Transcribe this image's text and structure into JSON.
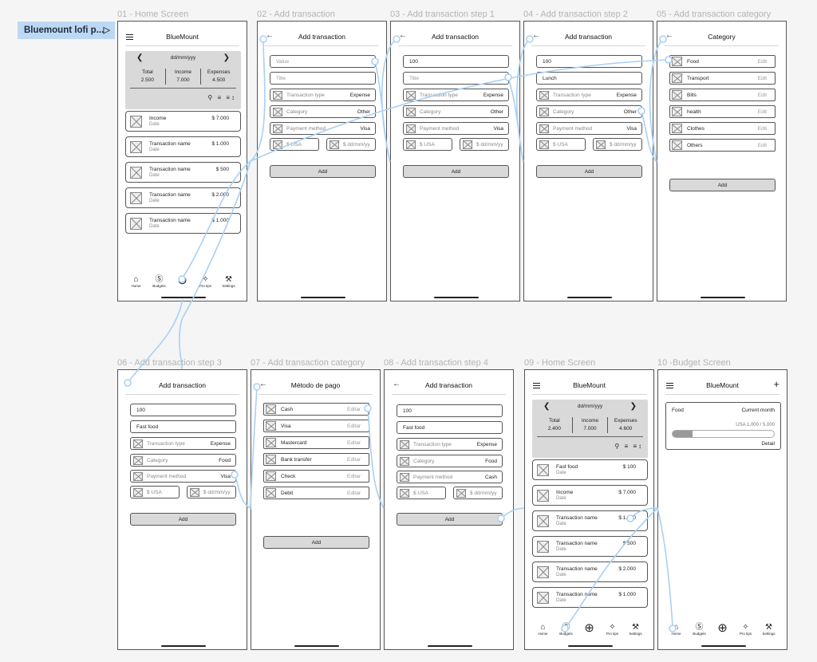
{
  "flow": {
    "label": "Bluemount lofi p...",
    "play_icon": "play-icon"
  },
  "app_name": "BlueMount",
  "labels": {
    "f01": "01  - Home Screen",
    "f02": "02 - Add transaction",
    "f03": "03 - Add transaction step 1",
    "f04": "04 - Add transaction step 2",
    "f05": "05 - Add transaction category",
    "f06": "06 - Add transaction step 3",
    "f07": "07 - Add transaction category",
    "f08": "08 - Add transaction step 4",
    "f09": "09  - Home Screen",
    "f10": "10 -Budget Screen"
  },
  "common": {
    "add_transaction": "Add transaction",
    "add": "Add",
    "date_nav": "dd/mm/yyy",
    "total": "Total",
    "income": "Income",
    "expenses": "Expenses",
    "date": "Date",
    "value_ph": "Value",
    "title_ph": "Title",
    "transaction_type": "Transaction type",
    "category": "Category",
    "payment_method": "Payment method",
    "currency": "$ USA",
    "date_field": "$ dd/mm/yy",
    "expense": "Expense",
    "other": "Other",
    "visa": "Visa",
    "food": "Food",
    "cash": "Cash",
    "edit": "Edit",
    "editar": "Editar",
    "tools": "⚲ ≡ ≡↕"
  },
  "home1": {
    "total": "2.500",
    "income": "7.000",
    "expenses": "4.500",
    "rows": [
      {
        "name": "Income",
        "amount": "$ 7.000"
      },
      {
        "name": "Transaction name",
        "amount": "$ 1.000"
      },
      {
        "name": "Transaction name",
        "amount": "$ 500"
      },
      {
        "name": "Transaction name",
        "amount": "$ 2.000"
      },
      {
        "name": "Transaction name",
        "amount": "$ 1.000"
      }
    ]
  },
  "step1": {
    "value": "100"
  },
  "step2": {
    "value": "100",
    "title": "Lunch"
  },
  "step3": {
    "value": "100",
    "title": "Fast food"
  },
  "categories": {
    "title": "Category",
    "items": [
      "Food",
      "Transport",
      "Bills",
      "health",
      "Clothes",
      "Others"
    ]
  },
  "payment": {
    "title": "Método de pago",
    "items": [
      "Cash",
      "Visa",
      "Mastercard",
      "Bank transfer",
      "Check",
      "Debit"
    ]
  },
  "home2": {
    "total": "2.400",
    "income": "7.000",
    "expenses": "4.600",
    "rows": [
      {
        "name": "Fast food",
        "amount": "$ 100"
      },
      {
        "name": "Income",
        "amount": "$ 7.000"
      },
      {
        "name": "Transaction name",
        "amount": "$ 1.000"
      },
      {
        "name": "Transaction name",
        "amount": "$ 500"
      },
      {
        "name": "Transaction name",
        "amount": "$ 2.000"
      },
      {
        "name": "Transaction name",
        "amount": "$ 1.000"
      }
    ]
  },
  "budget": {
    "category": "Food",
    "period": "Current month",
    "amount": "USA 1.000 / 5.000",
    "progress": 0.2,
    "detail": "Detail"
  },
  "tabs": [
    {
      "icon": "⌂",
      "label": "Home"
    },
    {
      "icon": "Ⓢ",
      "label": "Budgets"
    },
    {
      "icon": "⊕",
      "label": ""
    },
    {
      "icon": "✧",
      "label": "Pro tips"
    },
    {
      "icon": "⚒",
      "label": "Settings"
    }
  ],
  "colors": {
    "link": "#a9d0f5",
    "flow_tag": "#bcd8f5",
    "panel": "#d9d9d9"
  }
}
